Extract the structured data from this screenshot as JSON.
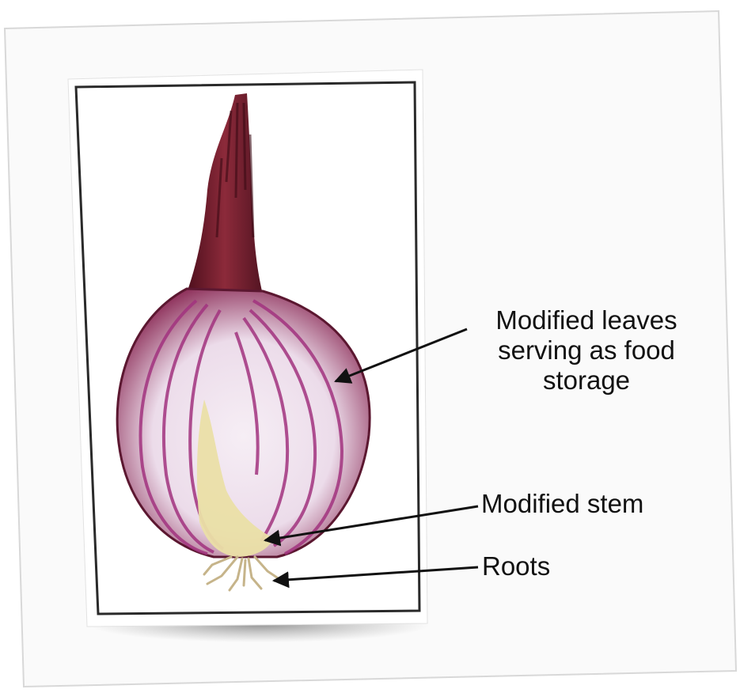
{
  "labels": {
    "leaves_line1": "Modified leaves",
    "leaves_line2": "serving as food",
    "leaves_line3": "storage",
    "stem": "Modified stem",
    "roots": "Roots"
  },
  "colors": {
    "card": "#fafafa",
    "frame_border": "#2a2a2a",
    "onion_skin": "#7a1f2e",
    "onion_flesh": "#f1e6f0",
    "onion_rings": "#a2337f",
    "stem_core": "#eadfa6",
    "arrows": "#111111"
  }
}
